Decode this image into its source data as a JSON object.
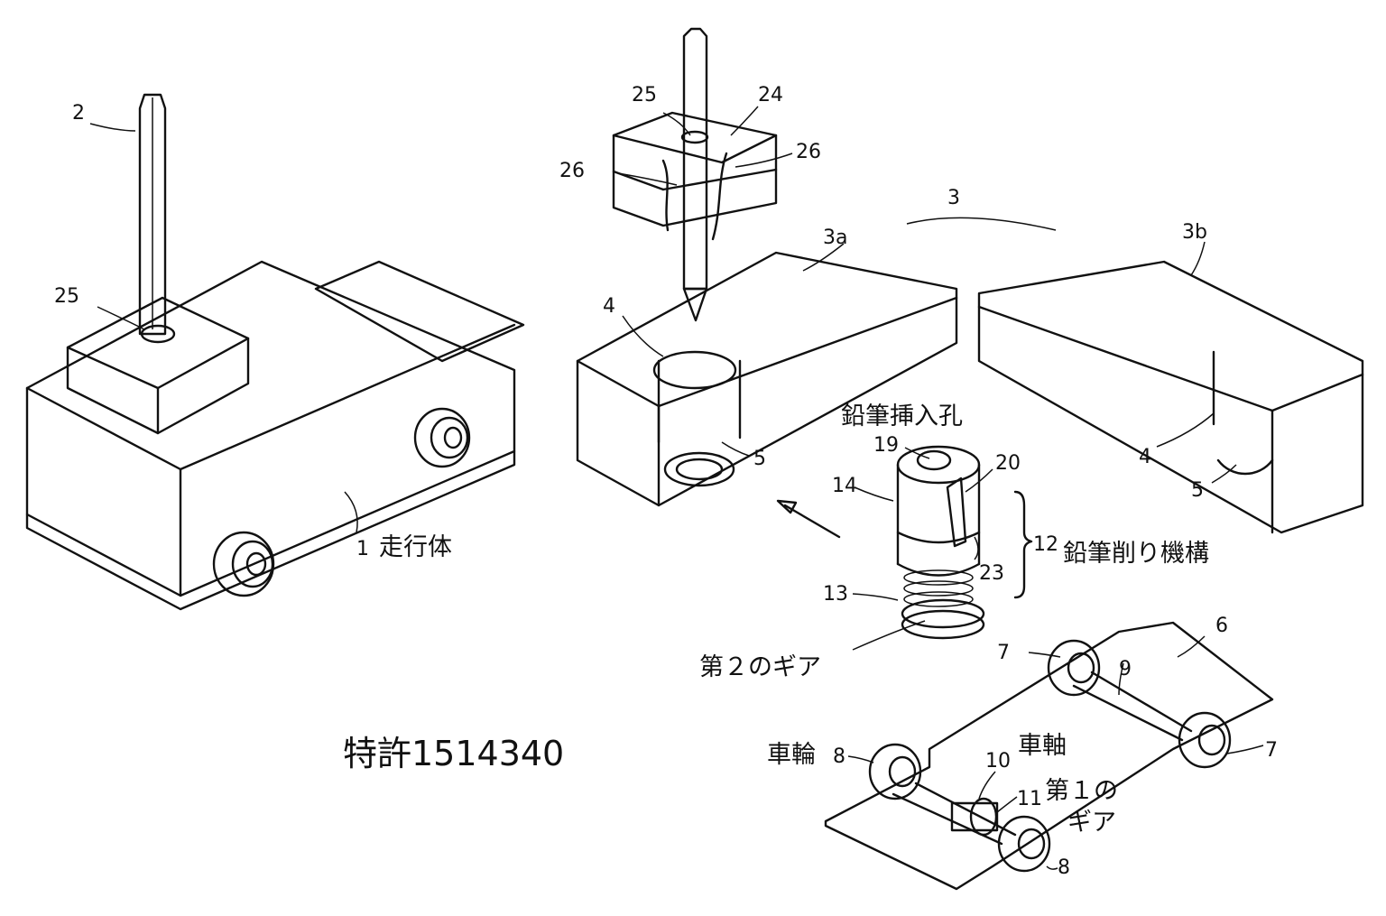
{
  "title": "特許1514340",
  "labels": {
    "travel_body": "走行体",
    "pencil_hole": "鉛筆挿入孔",
    "sharpener_mechanism": "鉛筆削り機構",
    "second_gear": "第２のギア",
    "axle": "車軸",
    "wheel": "車輪",
    "first_gear_line1": "第１の",
    "first_gear_line2": "ギア"
  },
  "refs": {
    "r1": "1",
    "r2": "2",
    "r3": "3",
    "r3a": "3a",
    "r3b": "3b",
    "r4": "4",
    "r5": "5",
    "r6": "6",
    "r7": "7",
    "r8": "8",
    "r9": "9",
    "r10": "10",
    "r11": "11",
    "r12": "12",
    "r13": "13",
    "r14": "14",
    "r19": "19",
    "r20": "20",
    "r23": "23",
    "r24": "24",
    "r25": "25",
    "r26": "26"
  }
}
